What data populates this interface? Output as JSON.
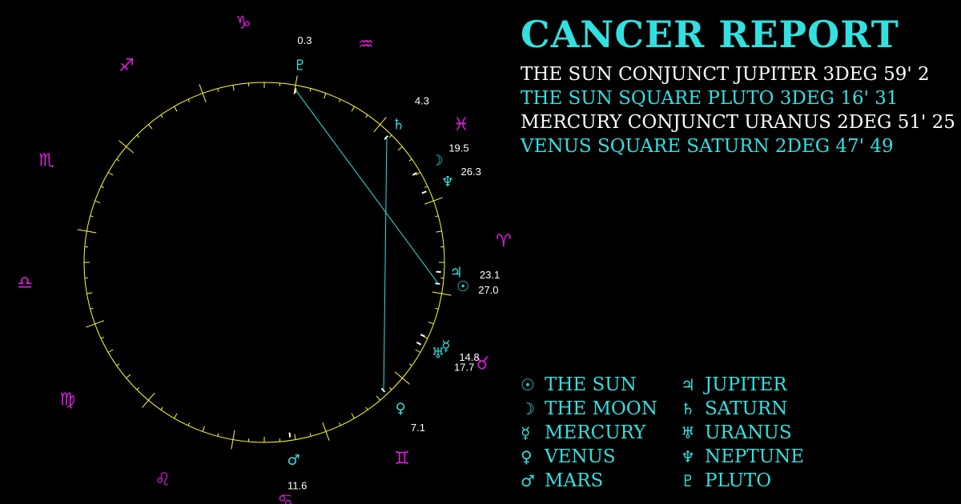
{
  "report": {
    "title": "CANCER REPORT",
    "aspects": [
      {
        "text": "THE SUN CONJUNCT JUPITER 3DEG 59' 2",
        "color": "#ffffff"
      },
      {
        "text": "THE SUN SQUARE PLUTO 3DEG 16' 31",
        "color": "#33e0e0"
      },
      {
        "text": "MERCURY CONJUNCT URANUS 2DEG 51' 25",
        "color": "#ffffff"
      },
      {
        "text": "VENUS SQUARE SATURN 2DEG 47' 49",
        "color": "#33e0e0"
      }
    ]
  },
  "legend": [
    {
      "glyph": "☉",
      "name": "THE SUN",
      "icon": "sun-icon"
    },
    {
      "glyph": "☽",
      "name": "THE MOON",
      "icon": "moon-icon"
    },
    {
      "glyph": "☿",
      "name": "MERCURY",
      "icon": "mercury-icon"
    },
    {
      "glyph": "♀",
      "name": "VENUS",
      "icon": "venus-icon"
    },
    {
      "glyph": "♂",
      "name": "MARS",
      "icon": "mars-icon"
    },
    {
      "glyph": "♃",
      "name": "JUPITER",
      "icon": "jupiter-icon"
    },
    {
      "glyph": "♄",
      "name": "SATURN",
      "icon": "saturn-icon"
    },
    {
      "glyph": "♅",
      "name": "URANUS",
      "icon": "uranus-icon"
    },
    {
      "glyph": "♆",
      "name": "NEPTUNE",
      "icon": "neptune-icon"
    },
    {
      "glyph": "♇",
      "name": "PLUTO",
      "icon": "pluto-icon"
    }
  ],
  "wheel": {
    "signs": [
      {
        "sign": "cancer",
        "glyph": "♋",
        "icon": "cancer-icon"
      },
      {
        "sign": "leo",
        "glyph": "♌",
        "icon": "leo-icon"
      },
      {
        "sign": "virgo",
        "glyph": "♍",
        "icon": "virgo-icon"
      },
      {
        "sign": "libra",
        "glyph": "♎",
        "icon": "libra-icon"
      },
      {
        "sign": "scorpio",
        "glyph": "♏",
        "icon": "scorpio-icon"
      },
      {
        "sign": "sagittarius",
        "glyph": "♐",
        "icon": "sagittarius-icon"
      },
      {
        "sign": "capricorn",
        "glyph": "♑",
        "icon": "capricorn-icon"
      },
      {
        "sign": "aquarius",
        "glyph": "♒",
        "icon": "aquarius-icon"
      },
      {
        "sign": "pisces",
        "glyph": "♓",
        "icon": "pisces-icon"
      },
      {
        "sign": "aries",
        "glyph": "♈",
        "icon": "aries-icon"
      },
      {
        "sign": "taurus",
        "glyph": "♉",
        "icon": "taurus-icon"
      },
      {
        "sign": "gemini",
        "glyph": "♊",
        "icon": "gemini-icon"
      }
    ],
    "planets": [
      {
        "name": "sun",
        "glyph": "☉",
        "sign": "aries",
        "degree": 27.0,
        "label": "27.0",
        "color": "#33e0e0",
        "icon": "sun-icon"
      },
      {
        "name": "moon",
        "glyph": "☽",
        "sign": "pisces",
        "degree": 19.5,
        "label": "19.5",
        "color": "#33e0e0",
        "icon": "moon-icon"
      },
      {
        "name": "mercury",
        "glyph": "☿",
        "sign": "taurus",
        "degree": 14.8,
        "label": "14.8",
        "color": "#33e0e0",
        "icon": "mercury-icon"
      },
      {
        "name": "venus",
        "glyph": "♀",
        "sign": "gemini",
        "degree": 7.1,
        "label": "7.1",
        "color": "#33e0e0",
        "icon": "venus-icon"
      },
      {
        "name": "mars",
        "glyph": "♂",
        "sign": "cancer",
        "degree": 11.6,
        "label": "11.6",
        "color": "#33e0e0",
        "icon": "mars-icon"
      },
      {
        "name": "jupiter",
        "glyph": "♃",
        "sign": "aries",
        "degree": 23.1,
        "label": "23.1",
        "color": "#33e0e0",
        "icon": "jupiter-icon"
      },
      {
        "name": "saturn",
        "glyph": "♄",
        "sign": "pisces",
        "degree": 4.3,
        "label": "4.3",
        "color": "#33e0e0",
        "icon": "saturn-icon"
      },
      {
        "name": "uranus",
        "glyph": "♅",
        "sign": "taurus",
        "degree": 17.7,
        "label": "17.7",
        "color": "#33e0e0",
        "icon": "uranus-icon"
      },
      {
        "name": "neptune",
        "glyph": "♆",
        "sign": "pisces",
        "degree": 26.3,
        "label": "26.3",
        "color": "#33e0e0",
        "icon": "neptune-icon"
      },
      {
        "name": "pluto",
        "glyph": "♇",
        "sign": "aquarius",
        "degree": 0.3,
        "label": "0.3",
        "color": "#33e0e0",
        "icon": "pluto-icon"
      }
    ],
    "aspect_lines": [
      {
        "from": "sun",
        "to": "pluto"
      },
      {
        "from": "venus",
        "to": "saturn"
      }
    ],
    "colors": {
      "sign_glyph": "#e01ee0",
      "circle": "#ffff33",
      "aspect_line": "#33e0e0",
      "label": "#ffffff"
    }
  }
}
